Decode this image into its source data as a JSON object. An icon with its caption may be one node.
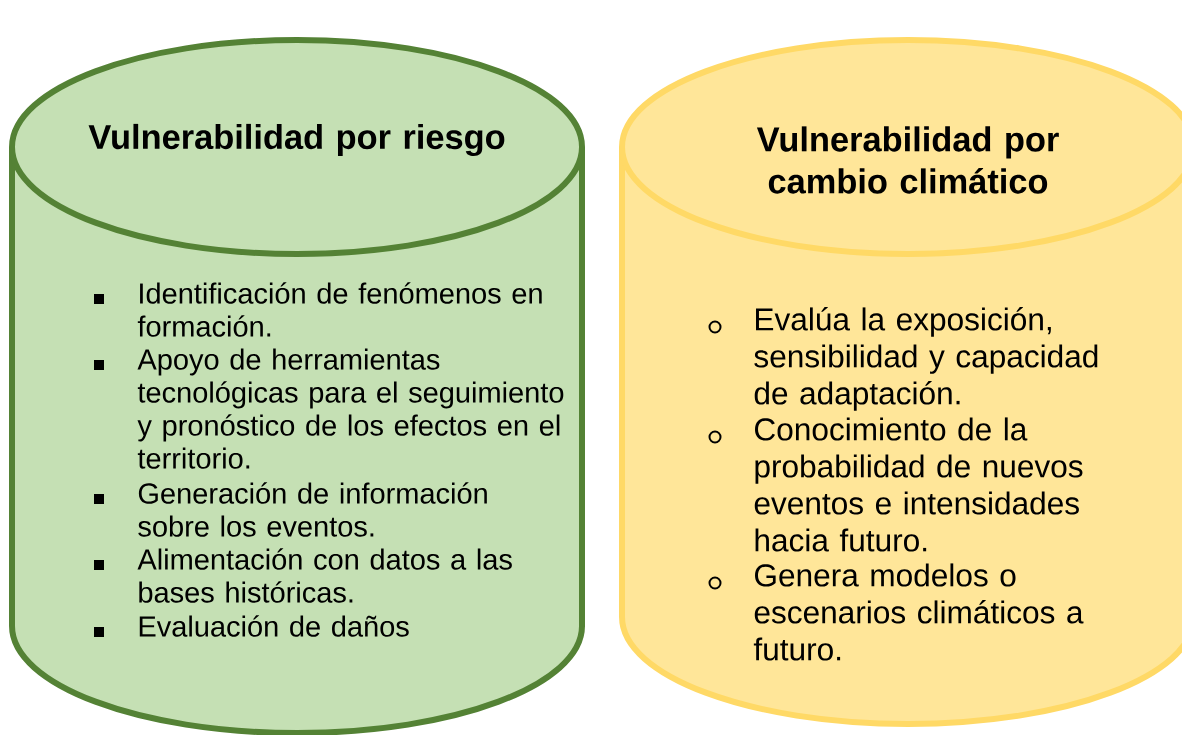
{
  "diagram": {
    "nodes": [
      {
        "text": [
          "Vulnerabilidad por riesgo",
          "Identificación de fenómenos en formación.",
          "Apoyo de herramientas tecnológicas para el seguimiento y pronóstico de los efectos en el territorio.",
          "Generación de información sobre los eventos.",
          "Alimentación con datos a las bases históricas.",
          "Evaluación de daños"
        ]
      },
      {
        "text": [
          "Vulnerabilidad por cambio climático",
          "Evalúa la exposición, sensibilidad y capacidad de adaptación.",
          "Conocimiento de la probabilidad de nuevos eventos e intensidades hacia futuro.",
          "Genera modelos o escenarios climáticos a futuro."
        ]
      }
    ]
  }
}
